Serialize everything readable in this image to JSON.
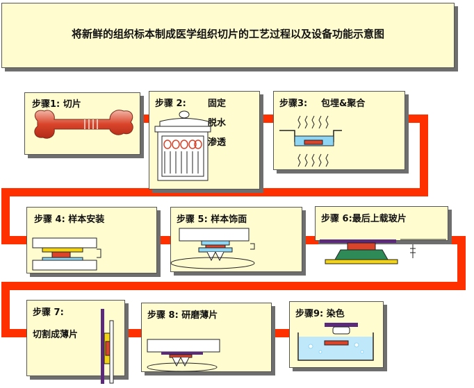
{
  "title": "将新鲜的组织标本制成医学组织切片的工艺过程以及设备功能示意图",
  "steps": {
    "s1": {
      "label": "步骤1: 切片"
    },
    "s2": {
      "label": "步骤 2:",
      "sub1": "固定",
      "sub2": "脱水",
      "sub3": "渗透"
    },
    "s3": {
      "label": "步骤3:",
      "sub": "包埋&聚合"
    },
    "s4": {
      "label": "步骤 4: 样本安装"
    },
    "s5": {
      "label": "步骤 5: 样本饰面"
    },
    "s6": {
      "label": "步骤 6:最后上载玻片"
    },
    "s7": {
      "label": "步骤 7:",
      "sub": "切割成薄片"
    },
    "s8": {
      "label": "步骤 8: 研磨薄片"
    },
    "s9": {
      "label": "步骤9: 染色"
    }
  },
  "colors": {
    "pipe": "#ff3000",
    "box_fill": "#fffcd0",
    "shadow": "#6e6e6e",
    "tissue": "#d9442a",
    "glass": "#8fd6f5",
    "holder": "#5b2a7a",
    "slide_yellow": "#f3d315"
  }
}
